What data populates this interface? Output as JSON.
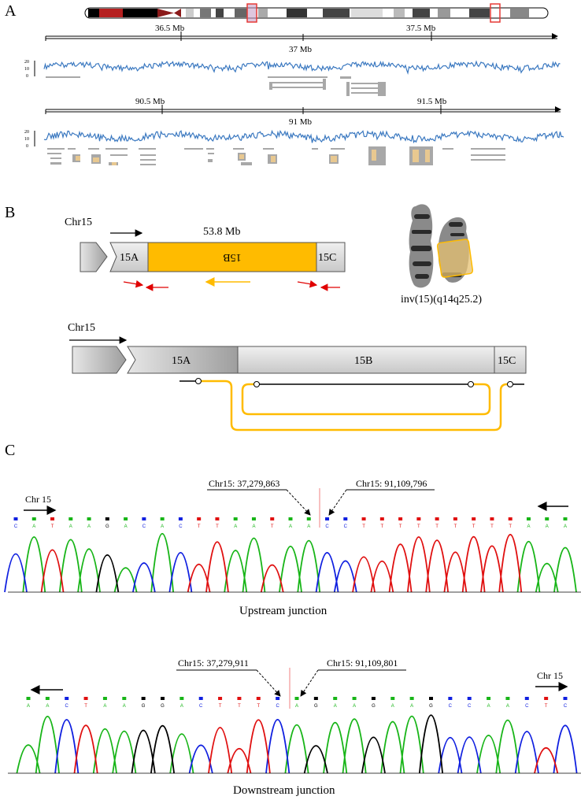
{
  "panels": {
    "a": "A",
    "b": "B",
    "c": "C"
  },
  "panel_a": {
    "track1": {
      "ticks": [
        "36.5 Mb",
        "37.5 Mb"
      ],
      "center": "37 Mb",
      "y_ticks": [
        "20",
        "10",
        "0"
      ]
    },
    "track2": {
      "ticks": [
        "90.5 Mb",
        "91.5 Mb"
      ],
      "center": "91 Mb",
      "y_ticks": [
        "20",
        "10",
        "0"
      ]
    },
    "colors": {
      "coverage": "#3a78c0",
      "gene": "#a8a8a8",
      "highlight": "#e53935"
    }
  },
  "panel_b": {
    "top": {
      "chr": "Chr15",
      "size": "53.8 Mb",
      "seg_a": "15A",
      "seg_b": "15B",
      "seg_c": "15C"
    },
    "karyotype_label": "inv(15)(q14q25.2)",
    "bottom": {
      "chr": "Chr15",
      "seg_a": "15A",
      "seg_b": "15B",
      "seg_c": "15C"
    },
    "colors": {
      "inverted": "#ffbb00",
      "primer": "#e00000",
      "segment": "#d6d6d6"
    }
  },
  "panel_c": {
    "upstream": {
      "chr_label": "Chr 15",
      "left_coord": "Chr15: 37,279,863",
      "right_coord": "Chr15: 91,109,796",
      "caption": "Upstream junction",
      "bases": [
        "C",
        "A",
        "T",
        "A",
        "A",
        "G",
        "A",
        "C",
        "A",
        "C",
        "T",
        "T",
        "A",
        "A",
        "T",
        "A",
        "A",
        "C",
        "C",
        "T",
        "T",
        "T",
        "T",
        "T",
        "T",
        "T",
        "T",
        "T",
        "A",
        "A",
        "A"
      ]
    },
    "downstream": {
      "chr_label": "Chr 15",
      "left_coord": "Chr15: 37,279,911",
      "right_coord": "Chr15: 91,109,801",
      "caption": "Downstream junction",
      "bases": [
        "A",
        "A",
        "C",
        "T",
        "A",
        "A",
        "G",
        "G",
        "A",
        "C",
        "T",
        "T",
        "T",
        "C",
        "A",
        "G",
        "A",
        "A",
        "G",
        "A",
        "A",
        "G",
        "C",
        "C",
        "A",
        "A",
        "C",
        "T",
        "C"
      ]
    },
    "base_colors": {
      "A": "#18b518",
      "C": "#1020e0",
      "G": "#000000",
      "T": "#e01010"
    }
  }
}
